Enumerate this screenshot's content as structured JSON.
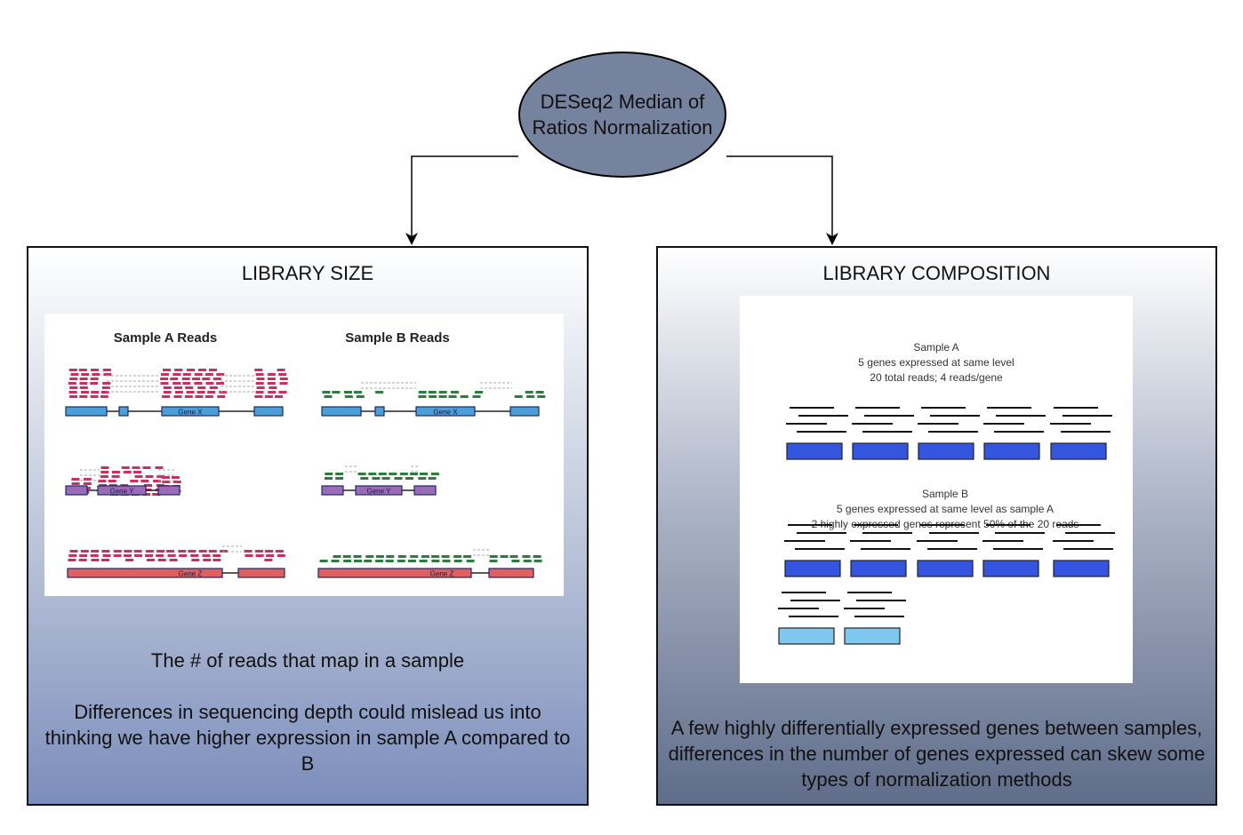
{
  "root": {
    "label_line1": "DESeq2 Median of",
    "label_line2": "Ratios Normalization",
    "fill": "#75839f"
  },
  "library_size": {
    "title": "LIBRARY SIZE",
    "figure": {
      "sample_a": "Sample A Reads",
      "sample_b": "Sample B Reads",
      "gene_x": "Gene X",
      "gene_y": "Gene Y",
      "gene_z": "Gene Z"
    },
    "text1": "The # of reads that map in a sample",
    "text2": "Differences in sequencing depth could mislead us into thinking we have higher expression in sample A compared to B",
    "colors": {
      "sample_a_reads": "#cc2f5e",
      "sample_b_reads": "#2f7a3f",
      "gene_x": "#4a9fd8",
      "gene_y": "#9b6bb8",
      "gene_z": "#e06060"
    }
  },
  "library_composition": {
    "title": "LIBRARY COMPOSITION",
    "figure": {
      "sample_a_title": "Sample A",
      "sample_a_line1": "5 genes expressed at same level",
      "sample_a_line2": "20 total reads; 4 reads/gene",
      "sample_b_title": "Sample B",
      "sample_b_line1": "5 genes expressed at same level as sample A",
      "sample_b_line2": "2 highly expressed genes represent 50% of the 20 reads"
    },
    "text1": "A few highly differentially expressed genes between samples, differences in the number of genes expressed can skew some types of normalization methods",
    "colors": {
      "gene": "#3355e0",
      "extra_gene": "#7ec8ee"
    }
  }
}
